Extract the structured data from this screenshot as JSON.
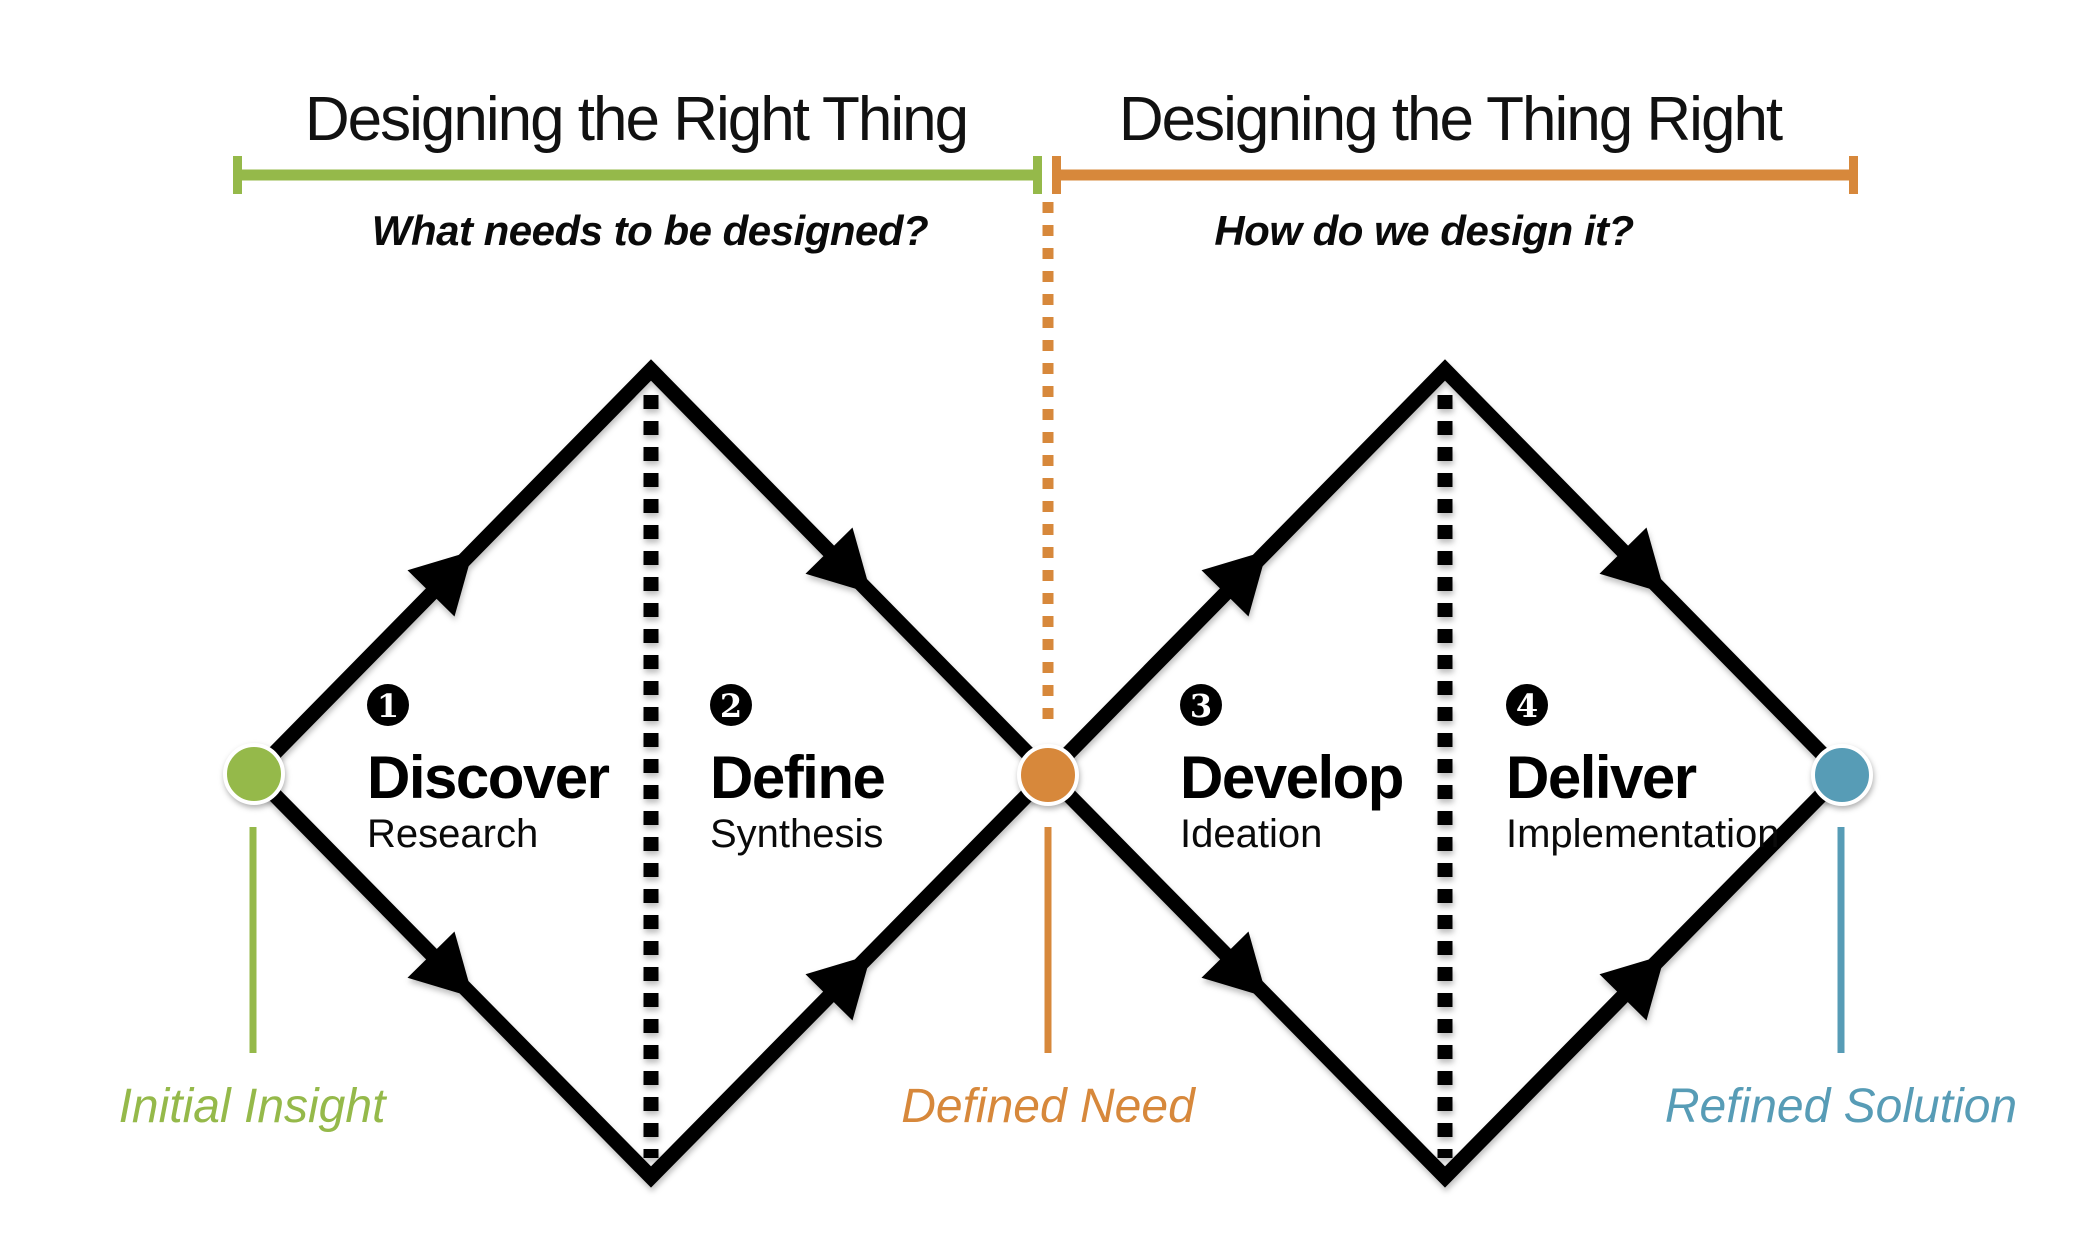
{
  "titles": {
    "left": "Designing the Right Thing",
    "right": "Designing the Thing Right"
  },
  "questions": {
    "left": "What needs to be designed?",
    "right": "How do we design it?"
  },
  "phases": [
    {
      "number": "1",
      "name": "Discover",
      "method": "Research"
    },
    {
      "number": "2",
      "name": "Define",
      "method": "Synthesis"
    },
    {
      "number": "3",
      "name": "Develop",
      "method": "Ideation"
    },
    {
      "number": "4",
      "name": "Deliver",
      "method": "Implementation"
    }
  ],
  "milestones": [
    {
      "label": "Initial Insight",
      "color": "#95b94a"
    },
    {
      "label": "Defined Need",
      "color": "#d7883b"
    },
    {
      "label": "Refined Solution",
      "color": "#579cb6"
    }
  ],
  "colors": {
    "green": "#95b94a",
    "orange": "#d7883b",
    "blue": "#579cb6",
    "line": "#000000"
  }
}
